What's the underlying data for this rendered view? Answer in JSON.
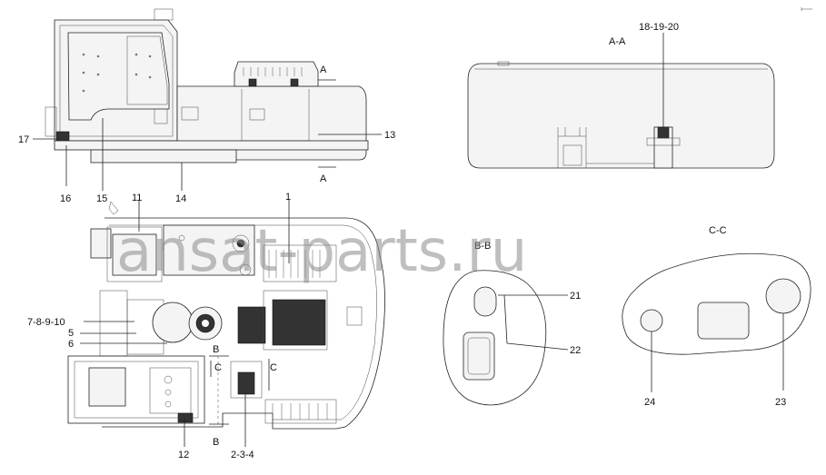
{
  "watermark": "ansat-parts.ru",
  "sections": {
    "aa": "A-A",
    "bb": "B-B",
    "cc": "C-C",
    "marker_a_top": "A",
    "marker_a_bottom": "A",
    "marker_b_upper": "B",
    "marker_b_lower": "B",
    "marker_c_left": "C",
    "marker_c_right": "C"
  },
  "callouts": {
    "c1": "1",
    "c2_3_4": "2-3-4",
    "c5": "5",
    "c6": "6",
    "c7_10": "7-8-9-10",
    "c11": "11",
    "c12": "12",
    "c13": "13",
    "c14": "14",
    "c15": "15",
    "c16": "16",
    "c17": "17",
    "c18_20": "18-19-20",
    "c21": "21",
    "c22": "22",
    "c23": "23",
    "c24": "24"
  }
}
